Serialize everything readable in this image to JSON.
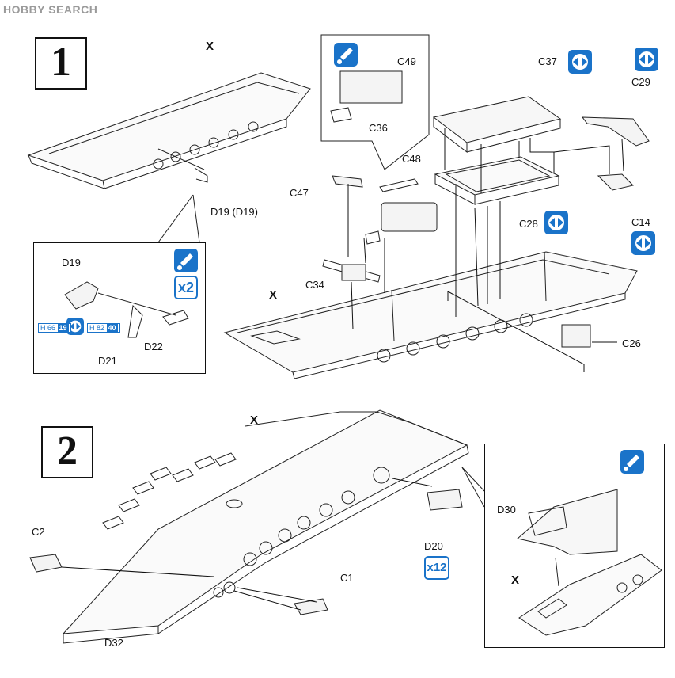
{
  "watermark": "HOBBY SEARCH",
  "steps": [
    {
      "number": "1"
    },
    {
      "number": "2"
    }
  ],
  "parts": {
    "x_step1_top": "X",
    "x_step1_main": "X",
    "x_step2_main": "X",
    "x_step2_detail": "X",
    "d19_d19": "D19 (D19)",
    "d19": "D19",
    "d21": "D21",
    "d22": "D22",
    "c49": "C49",
    "c36": "C36",
    "c48": "C48",
    "c47": "C47",
    "c34": "C34",
    "c37": "C37",
    "c29": "C29",
    "c28": "C28",
    "c14": "C14",
    "c26": "C26",
    "c2": "C2",
    "c1": "C1",
    "d32": "D32",
    "d20": "D20",
    "d30": "D30"
  },
  "quantities": {
    "detail1": "x2",
    "d20": "x12"
  },
  "refs": {
    "left": {
      "prefix": "H",
      "a": "66",
      "b": "19"
    },
    "right": {
      "prefix": "H",
      "a": "82",
      "b": "40"
    }
  },
  "icons": {
    "glue": "glue-icon",
    "symmetry": "symmetry-icon",
    "accent": "#1a73c9"
  }
}
